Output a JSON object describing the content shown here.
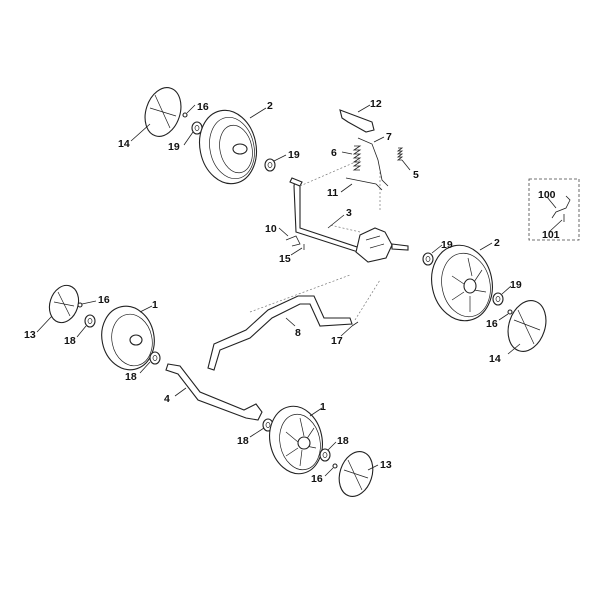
{
  "callouts": [
    {
      "id": "lbl-14-top",
      "text": "14"
    },
    {
      "id": "lbl-16-top",
      "text": "16"
    },
    {
      "id": "lbl-19-top",
      "text": "19"
    },
    {
      "id": "lbl-2-top",
      "text": "2"
    },
    {
      "id": "lbl-19-mid",
      "text": "19"
    },
    {
      "id": "lbl-12",
      "text": "12"
    },
    {
      "id": "lbl-7",
      "text": "7"
    },
    {
      "id": "lbl-6",
      "text": "6"
    },
    {
      "id": "lbl-5",
      "text": "5"
    },
    {
      "id": "lbl-11",
      "text": "11"
    },
    {
      "id": "lbl-3",
      "text": "3"
    },
    {
      "id": "lbl-10",
      "text": "10"
    },
    {
      "id": "lbl-15",
      "text": "15"
    },
    {
      "id": "lbl-100",
      "text": "100"
    },
    {
      "id": "lbl-101",
      "text": "101"
    },
    {
      "id": "lbl-19-right",
      "text": "19"
    },
    {
      "id": "lbl-2-right",
      "text": "2"
    },
    {
      "id": "lbl-19-right2",
      "text": "19"
    },
    {
      "id": "lbl-16-right",
      "text": "16"
    },
    {
      "id": "lbl-14-right",
      "text": "14"
    },
    {
      "id": "lbl-16-left",
      "text": "16"
    },
    {
      "id": "lbl-1-left",
      "text": "1"
    },
    {
      "id": "lbl-13-left",
      "text": "13"
    },
    {
      "id": "lbl-18-left",
      "text": "18"
    },
    {
      "id": "lbl-18-left2",
      "text": "18"
    },
    {
      "id": "lbl-8",
      "text": "8"
    },
    {
      "id": "lbl-17",
      "text": "17"
    },
    {
      "id": "lbl-4",
      "text": "4"
    },
    {
      "id": "lbl-1-bottom",
      "text": "1"
    },
    {
      "id": "lbl-18-bottom",
      "text": "18"
    },
    {
      "id": "lbl-18-bottom2",
      "text": "18"
    },
    {
      "id": "lbl-16-bottom",
      "text": "16"
    },
    {
      "id": "lbl-13-bottom",
      "text": "13"
    }
  ]
}
